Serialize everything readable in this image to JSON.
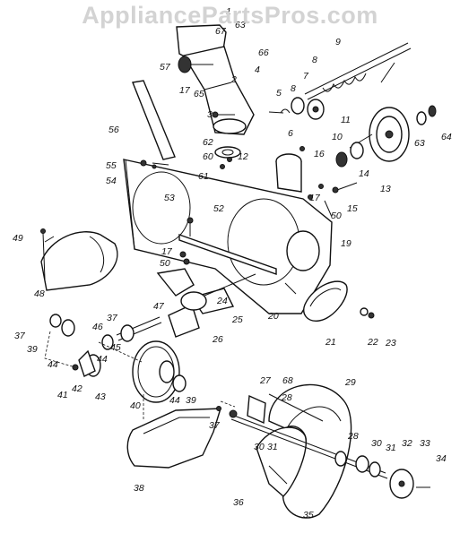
{
  "watermark": "AppliancePartsPros.com",
  "callouts": [
    {
      "key": "1",
      "text": "1"
    },
    {
      "key": "67",
      "text": "67"
    },
    {
      "key": "63a",
      "text": "63"
    },
    {
      "key": "66",
      "text": "66"
    },
    {
      "key": "57",
      "text": "57"
    },
    {
      "key": "2",
      "text": "2"
    },
    {
      "key": "4",
      "text": "4"
    },
    {
      "key": "17a",
      "text": "17"
    },
    {
      "key": "65",
      "text": "65"
    },
    {
      "key": "3",
      "text": "3"
    },
    {
      "key": "9",
      "text": "9"
    },
    {
      "key": "8a",
      "text": "8"
    },
    {
      "key": "7",
      "text": "7"
    },
    {
      "key": "8b",
      "text": "8"
    },
    {
      "key": "5",
      "text": "5"
    },
    {
      "key": "56",
      "text": "56"
    },
    {
      "key": "6",
      "text": "6"
    },
    {
      "key": "11",
      "text": "11"
    },
    {
      "key": "10",
      "text": "10"
    },
    {
      "key": "63b",
      "text": "63"
    },
    {
      "key": "64",
      "text": "64"
    },
    {
      "key": "62",
      "text": "62"
    },
    {
      "key": "60",
      "text": "60"
    },
    {
      "key": "12",
      "text": "12"
    },
    {
      "key": "61",
      "text": "61"
    },
    {
      "key": "16",
      "text": "16"
    },
    {
      "key": "14",
      "text": "14"
    },
    {
      "key": "13",
      "text": "13"
    },
    {
      "key": "55",
      "text": "55"
    },
    {
      "key": "54",
      "text": "54"
    },
    {
      "key": "53",
      "text": "53"
    },
    {
      "key": "17b",
      "text": "17"
    },
    {
      "key": "15",
      "text": "15"
    },
    {
      "key": "52",
      "text": "52"
    },
    {
      "key": "50a",
      "text": "50"
    },
    {
      "key": "19",
      "text": "19"
    },
    {
      "key": "49",
      "text": "49"
    },
    {
      "key": "17c",
      "text": "17"
    },
    {
      "key": "50b",
      "text": "50"
    },
    {
      "key": "48",
      "text": "48"
    },
    {
      "key": "24",
      "text": "24"
    },
    {
      "key": "47",
      "text": "47"
    },
    {
      "key": "25",
      "text": "25"
    },
    {
      "key": "20",
      "text": "20"
    },
    {
      "key": "21",
      "text": "21"
    },
    {
      "key": "22",
      "text": "22"
    },
    {
      "key": "23",
      "text": "23"
    },
    {
      "key": "37a",
      "text": "37"
    },
    {
      "key": "46",
      "text": "46"
    },
    {
      "key": "37b",
      "text": "37"
    },
    {
      "key": "26",
      "text": "26"
    },
    {
      "key": "39a",
      "text": "39"
    },
    {
      "key": "45",
      "text": "45"
    },
    {
      "key": "44a",
      "text": "44"
    },
    {
      "key": "44b",
      "text": "44"
    },
    {
      "key": "42",
      "text": "42"
    },
    {
      "key": "41",
      "text": "41"
    },
    {
      "key": "43",
      "text": "43"
    },
    {
      "key": "40",
      "text": "40"
    },
    {
      "key": "44c",
      "text": "44"
    },
    {
      "key": "39b",
      "text": "39"
    },
    {
      "key": "27",
      "text": "27"
    },
    {
      "key": "68",
      "text": "68"
    },
    {
      "key": "28a",
      "text": "28"
    },
    {
      "key": "29",
      "text": "29"
    },
    {
      "key": "37c",
      "text": "37"
    },
    {
      "key": "30a",
      "text": "30"
    },
    {
      "key": "31a",
      "text": "31"
    },
    {
      "key": "28b",
      "text": "28"
    },
    {
      "key": "30b",
      "text": "30"
    },
    {
      "key": "31b",
      "text": "31"
    },
    {
      "key": "32",
      "text": "32"
    },
    {
      "key": "33",
      "text": "33"
    },
    {
      "key": "34",
      "text": "34"
    },
    {
      "key": "38",
      "text": "38"
    },
    {
      "key": "36",
      "text": "36"
    },
    {
      "key": "35",
      "text": "35"
    }
  ]
}
